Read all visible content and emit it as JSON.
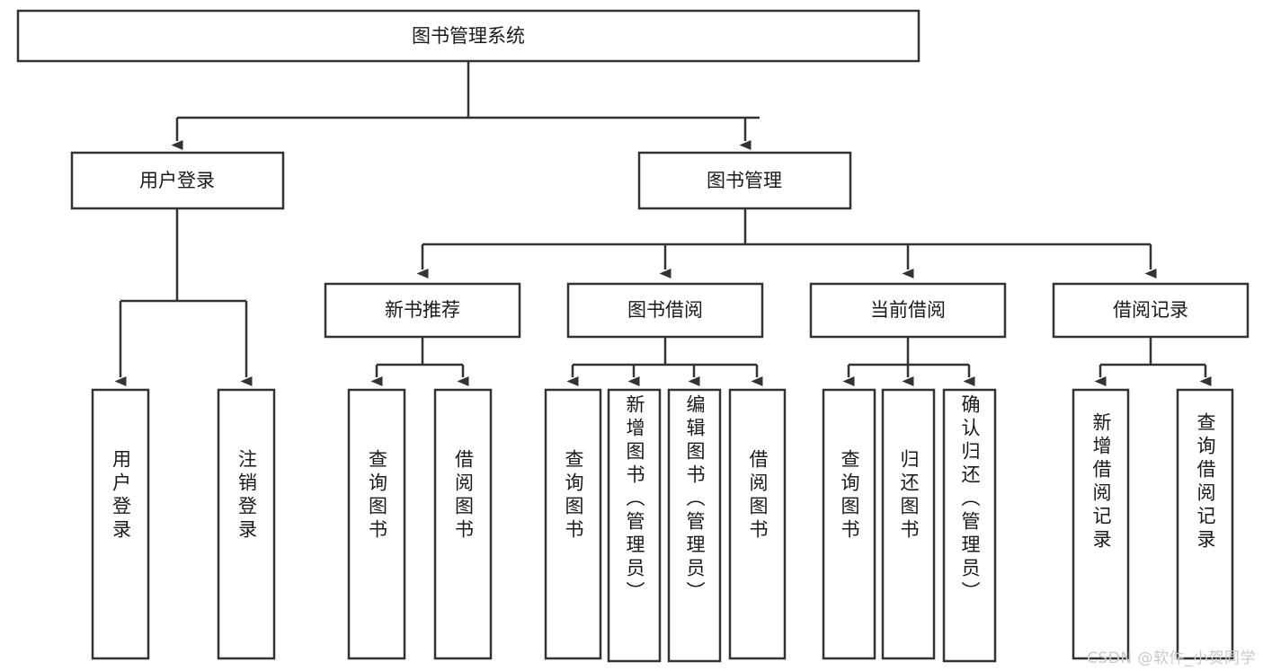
{
  "diagram": {
    "type": "tree-hierarchy",
    "title": "图书管理系统",
    "root": {
      "id": "root",
      "label": "图书管理系统",
      "orientation": "horizontal"
    },
    "level2": [
      {
        "id": "user-login",
        "label": "用户登录",
        "orientation": "horizontal"
      },
      {
        "id": "book-management",
        "label": "图书管理",
        "orientation": "horizontal"
      }
    ],
    "level3": [
      {
        "id": "new-book-recommend",
        "label": "新书推荐",
        "parent": "book-management",
        "orientation": "horizontal"
      },
      {
        "id": "book-borrow",
        "label": "图书借阅",
        "parent": "book-management",
        "orientation": "horizontal"
      },
      {
        "id": "current-borrow",
        "label": "当前借阅",
        "parent": "book-management",
        "orientation": "horizontal"
      },
      {
        "id": "borrow-record",
        "label": "借阅记录",
        "parent": "book-management",
        "orientation": "horizontal"
      }
    ],
    "leaves": [
      {
        "id": "leaf-user-login",
        "label": "用户登录",
        "parent": "user-login",
        "orientation": "vertical"
      },
      {
        "id": "leaf-user-logout",
        "label": "注销登录",
        "parent": "user-login",
        "orientation": "vertical"
      },
      {
        "id": "leaf-query-book-1",
        "label": "查询图书",
        "parent": "new-book-recommend",
        "orientation": "vertical"
      },
      {
        "id": "leaf-borrow-book-1",
        "label": "借阅图书",
        "parent": "new-book-recommend",
        "orientation": "vertical"
      },
      {
        "id": "leaf-query-book-2",
        "label": "查询图书",
        "parent": "book-borrow",
        "orientation": "vertical"
      },
      {
        "id": "leaf-add-book",
        "label": "新增图书（管理员）",
        "parent": "book-borrow",
        "orientation": "vertical"
      },
      {
        "id": "leaf-edit-book",
        "label": "编辑图书（管理员）",
        "parent": "book-borrow",
        "orientation": "vertical"
      },
      {
        "id": "leaf-borrow-book-2",
        "label": "借阅图书",
        "parent": "book-borrow",
        "orientation": "vertical"
      },
      {
        "id": "leaf-query-book-3",
        "label": "查询图书",
        "parent": "current-borrow",
        "orientation": "vertical"
      },
      {
        "id": "leaf-return-book",
        "label": "归还图书",
        "parent": "current-borrow",
        "orientation": "vertical"
      },
      {
        "id": "leaf-confirm-return",
        "label": "确认归还（管理员）",
        "parent": "current-borrow",
        "orientation": "vertical"
      },
      {
        "id": "leaf-add-record",
        "label": "新增借阅记录",
        "parent": "borrow-record",
        "orientation": "vertical"
      },
      {
        "id": "leaf-query-record",
        "label": "查询借阅记录",
        "parent": "borrow-record",
        "orientation": "vertical"
      }
    ],
    "colors": {
      "stroke": "#333333",
      "fill": "#ffffff",
      "text": "#1a1a1a",
      "watermark": "#c9c9c9",
      "background": "#ffffff"
    }
  },
  "watermark": {
    "text": "CSDN @软件_小贺同学"
  }
}
